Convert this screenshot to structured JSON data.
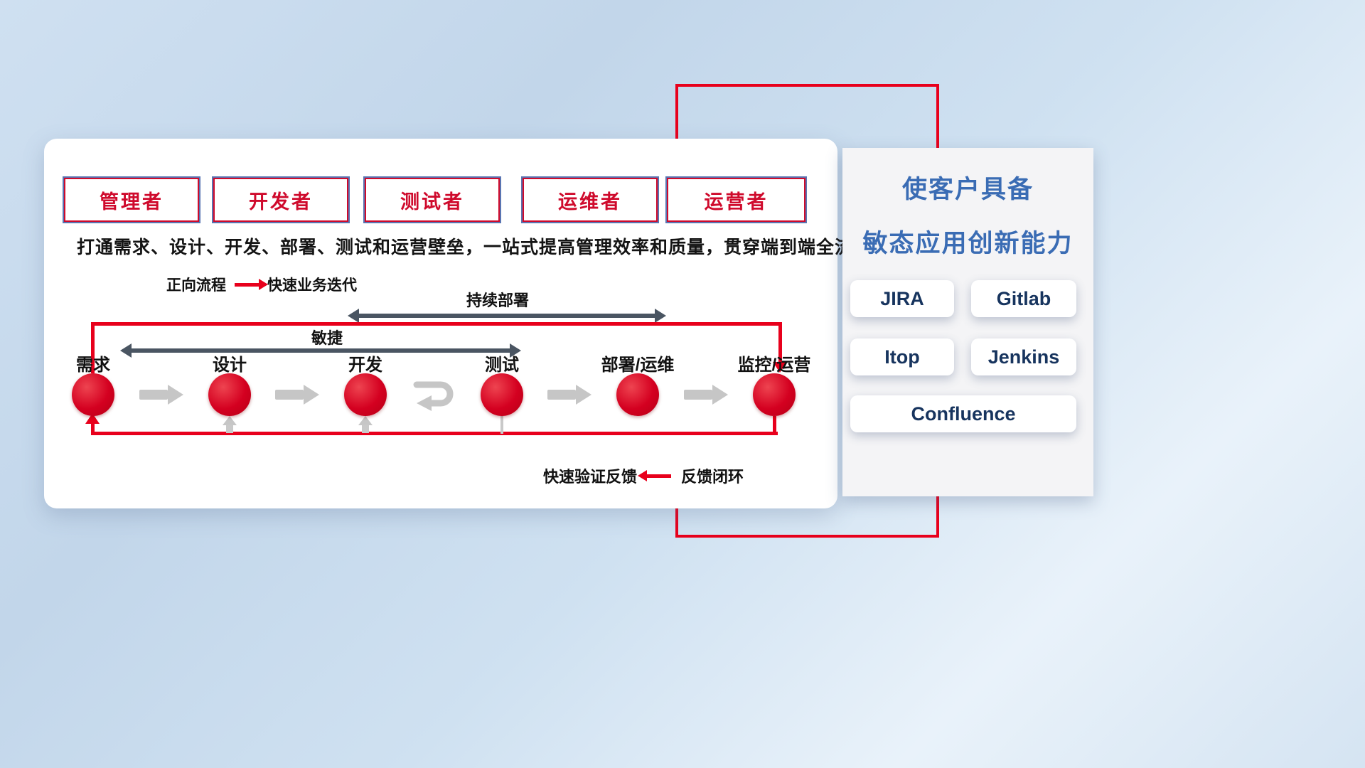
{
  "colors": {
    "accent_red": "#e8001c",
    "role_red": "#cf0a2c",
    "title_blue": "#3a6cb4",
    "tool_text_navy": "#17345e",
    "flow_arrow_gray": "#c6c6c6",
    "span_arrow_dark": "#4a5562"
  },
  "roles": [
    "管理者",
    "开发者",
    "测试者",
    "运维者",
    "运营者"
  ],
  "description": "打通需求、设计、开发、部署、测试和运营壁垒，一站式提高管理效率和质量，贯穿端到端全流程",
  "legend_forward": {
    "label": "正向流程",
    "value": "快速业务迭代"
  },
  "flow": {
    "continuous_deploy_label": "持续部署",
    "agile_label": "敏捷",
    "nodes": [
      "需求",
      "设计",
      "开发",
      "测试",
      "部署/运维",
      "监控/运营"
    ]
  },
  "legend_feedback": {
    "label": "快速验证反馈",
    "value": "反馈闭环"
  },
  "panel": {
    "title_line1": "使客户具备",
    "title_line2": "敏态应用创新能力",
    "tools": [
      "JIRA",
      "Gitlab",
      "Itop",
      "Jenkins",
      "Confluence"
    ]
  }
}
